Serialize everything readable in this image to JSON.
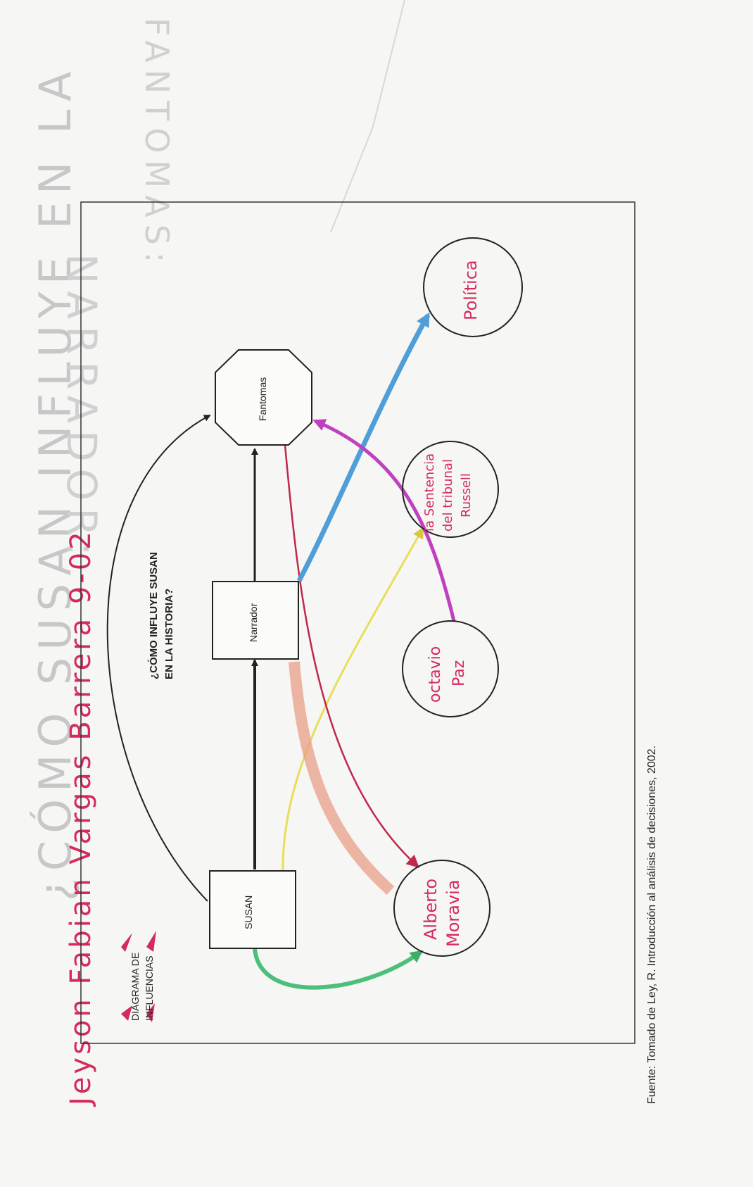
{
  "page": {
    "author_line": "Jeyson Fabian Vargas Barrera 9-02",
    "source_note": "Fuente: Tomado de Ley, R. Introducción al análisis de decisiones, 2002.",
    "background_writing": [
      "¿CÓMO SUSAN INFLUYE EN LA",
      "NARRADOR:",
      "FANTOMAS:"
    ]
  },
  "diagram": {
    "legend": "DIAGRAMA DE INFLUENCIAS",
    "question": [
      "¿CÓMO INFLUYE SUSAN",
      "EN LA HISTORIA?"
    ],
    "nodes": {
      "susan": {
        "label": "SUSAN",
        "shape": "rectangle"
      },
      "narrador": {
        "label": "Narrador",
        "shape": "rectangle"
      },
      "fantomas": {
        "label": "Fantomas",
        "shape": "octagon"
      },
      "moravia": {
        "label": [
          "Alberto",
          "Moravia"
        ],
        "shape": "circle"
      },
      "octavio": {
        "label": [
          "octavio",
          "Paz"
        ],
        "shape": "circle"
      },
      "sentencia": {
        "label": [
          "la Sentencia",
          "del tribunal",
          "Russell"
        ],
        "shape": "circle"
      },
      "politica": {
        "label": "Política",
        "shape": "circle"
      }
    },
    "edges": [
      {
        "from": "SUSAN",
        "to": "Narrador",
        "color": "#222222"
      },
      {
        "from": "Narrador",
        "to": "Fantomas",
        "color": "#222222"
      },
      {
        "from": "SUSAN",
        "to": "Fantomas",
        "color": "#222222"
      },
      {
        "from": "SUSAN",
        "to": "Alberto Moravia",
        "color": "#4cbf7a"
      },
      {
        "from": "SUSAN",
        "to": "la Sentencia del tribunal Russell",
        "color": "#e8de5a"
      },
      {
        "from": "Fantomas",
        "to": "Alberto Moravia",
        "color": "#c0284a"
      },
      {
        "from": "Narrador",
        "to": "Alberto Moravia",
        "color": "#e89a80"
      },
      {
        "from": "Narrador",
        "to": "Política",
        "color": "#4f9ed8"
      },
      {
        "from": "octavio Paz",
        "to": "Fantomas",
        "color": "#c040c0"
      }
    ]
  }
}
